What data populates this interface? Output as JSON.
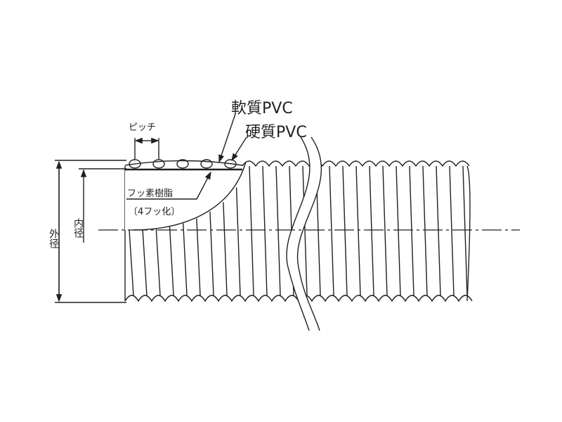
{
  "labels": {
    "soft_pvc": "軟質PVC",
    "hard_pvc": "硬質PVC",
    "pitch": "ピッチ",
    "fluororesin": "フッ素樹脂",
    "ptfe_note": "〔4フッ化〕",
    "outer_diameter": "外径",
    "inner_diameter": "内径"
  },
  "colors": {
    "line": "#231f20"
  }
}
